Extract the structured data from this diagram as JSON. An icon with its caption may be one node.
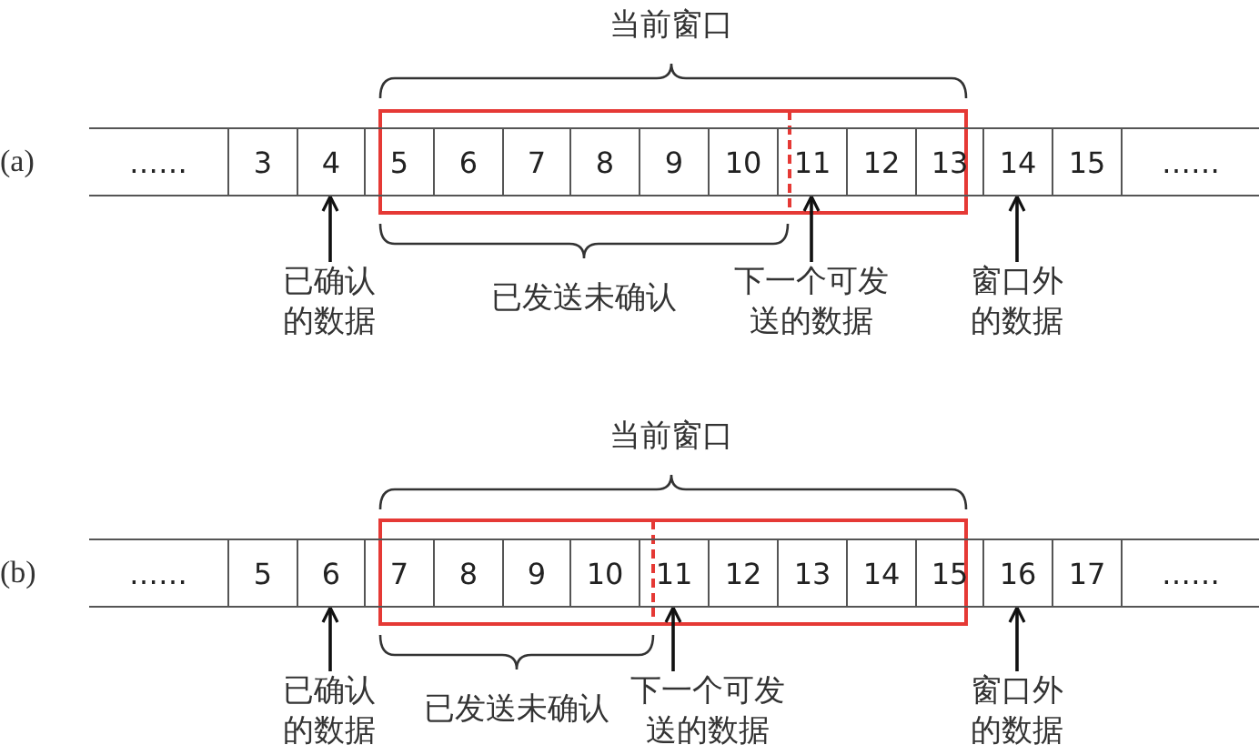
{
  "diagram": {
    "nodes": [
      {
        "text": [
          "……"
        ]
      },
      {
        "text": [
          "3"
        ]
      },
      {
        "text": [
          "4"
        ]
      },
      {
        "text": [
          "5"
        ]
      },
      {
        "text": [
          "6"
        ]
      },
      {
        "text": [
          "7"
        ]
      },
      {
        "text": [
          "8"
        ]
      },
      {
        "text": [
          "9"
        ]
      },
      {
        "text": [
          "10"
        ]
      },
      {
        "text": [
          "11"
        ]
      },
      {
        "text": [
          "12"
        ]
      },
      {
        "text": [
          "13"
        ]
      },
      {
        "text": [
          "14"
        ]
      },
      {
        "text": [
          "15"
        ]
      },
      {
        "text": [
          "……"
        ]
      },
      {
        "text": [
          "已确认的数据"
        ]
      },
      {
        "text": [
          "下一个可发送的数据"
        ]
      },
      {
        "text": [
          "窗口外的数据"
        ]
      },
      {
        "text": [
          "……"
        ]
      },
      {
        "text": [
          "5"
        ]
      },
      {
        "text": [
          "6"
        ]
      },
      {
        "text": [
          "7"
        ]
      },
      {
        "text": [
          "8"
        ]
      },
      {
        "text": [
          "9"
        ]
      },
      {
        "text": [
          "10"
        ]
      },
      {
        "text": [
          "11"
        ]
      },
      {
        "text": [
          "12"
        ]
      },
      {
        "text": [
          "13"
        ]
      },
      {
        "text": [
          "14"
        ]
      },
      {
        "text": [
          "15"
        ]
      },
      {
        "text": [
          "16"
        ]
      },
      {
        "text": [
          "17"
        ]
      },
      {
        "text": [
          "……"
        ]
      },
      {
        "text": [
          "已确认的数据"
        ]
      },
      {
        "text": [
          "下一个可发送的数据"
        ]
      },
      {
        "text": [
          "窗口外的数据"
        ]
      }
    ],
    "edges": [
      {
        "from": 15,
        "to": 2,
        "arrow": "to"
      },
      {
        "from": 16,
        "to": 9,
        "arrow": "to"
      },
      {
        "from": 17,
        "to": 12,
        "arrow": "to"
      },
      {
        "from": 33,
        "to": 20,
        "arrow": "to"
      },
      {
        "from": 34,
        "to": 25,
        "arrow": "to"
      },
      {
        "from": 35,
        "to": 30,
        "arrow": "to"
      }
    ],
    "labels": [
      "当前窗口",
      "(a)",
      "已发送未确认",
      "当前窗口",
      "(b)",
      "已发送未确认"
    ]
  }
}
